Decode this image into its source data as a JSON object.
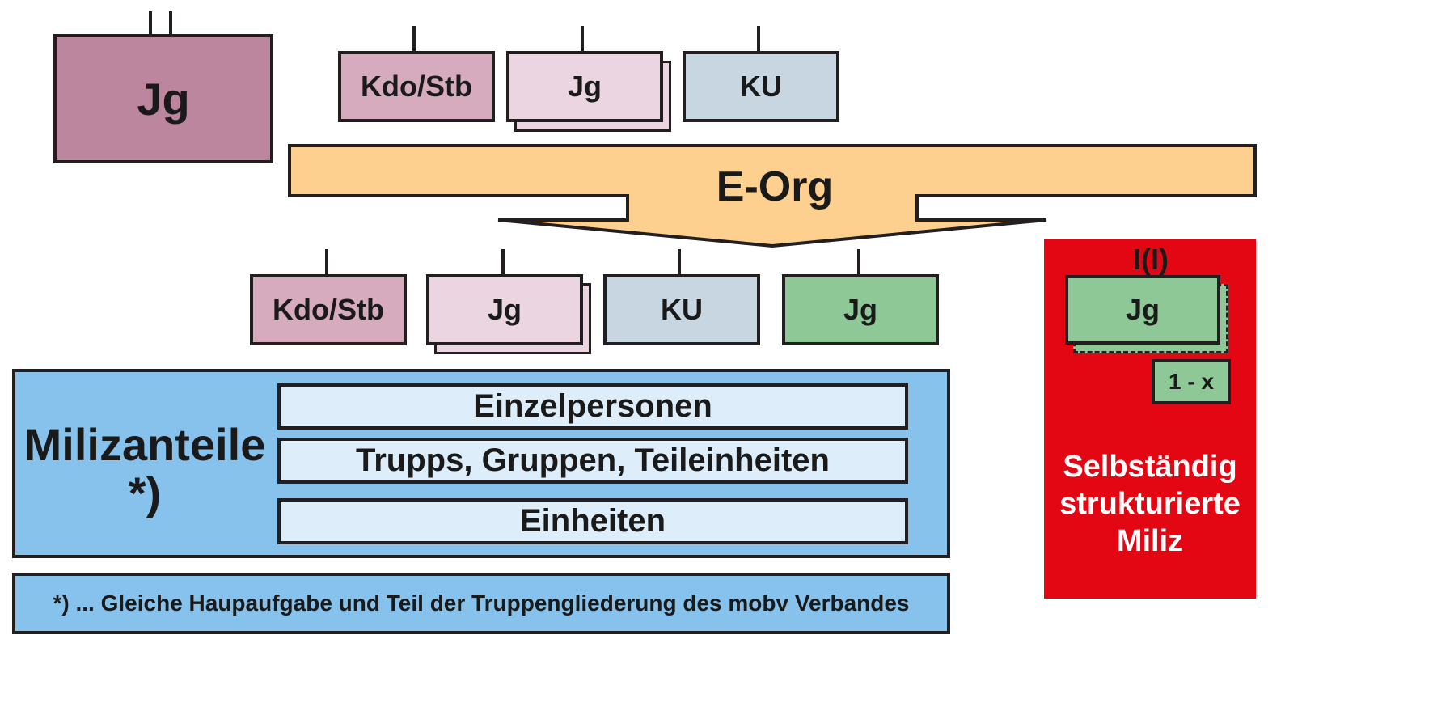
{
  "top_left": {
    "label": "Jg",
    "color": "#bb869e"
  },
  "top_row": [
    {
      "label": "Kdo/Stb",
      "color": "#d6abbe"
    },
    {
      "label": "Jg",
      "color": "#ead5e0"
    },
    {
      "label": "KU",
      "color": "#c8d6e1"
    }
  ],
  "arrow": {
    "label": "E-Org",
    "color": "#fdd08f"
  },
  "bottom_row": [
    {
      "label": "Kdo/Stb",
      "color": "#d6abbe"
    },
    {
      "label": "Jg",
      "color": "#ead5e0"
    },
    {
      "label": "KU",
      "color": "#c8d6e1"
    },
    {
      "label": "Jg",
      "color": "#8ec897"
    }
  ],
  "miliz": {
    "title": "Milizanteile",
    "marker": "*)",
    "color": "#86c2eb",
    "rows": [
      "Einzelpersonen",
      "Trupps, Gruppen, Teileinheiten",
      "Einheiten"
    ]
  },
  "footnote": "*) ... Gleiche Haupaufgabe und Teil der Truppengliederung des mobv Verbandes",
  "red_panel": {
    "color": "#e30613",
    "unit_symbol": "I(I)",
    "unit_label": "Jg",
    "count_label": "1 - x",
    "text_lines": [
      "Selbständig",
      "strukturierte",
      "Miliz"
    ]
  }
}
